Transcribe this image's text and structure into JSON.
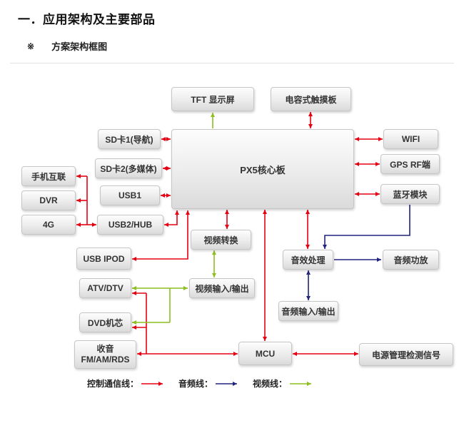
{
  "page": {
    "title": "一．应用架构及主要部品",
    "subtitle_marker": "※",
    "subtitle": "方案架构框图"
  },
  "nodes": {
    "tft": {
      "label": "TFT 显示屏"
    },
    "touch": {
      "label": "电容式触摸板"
    },
    "px5": {
      "label": "PX5核心板"
    },
    "sd1": {
      "label": "SD卡1(导航)"
    },
    "sd2": {
      "label": "SD卡2(多媒体)"
    },
    "usb1": {
      "label": "USB1"
    },
    "usb2": {
      "label": "USB2/HUB"
    },
    "phone": {
      "label": "手机互联"
    },
    "dvr": {
      "label": "DVR"
    },
    "g4": {
      "label": "4G"
    },
    "wifi": {
      "label": "WIFI"
    },
    "gps": {
      "label": "GPS RF端"
    },
    "bt": {
      "label": "蓝牙模块"
    },
    "vconv": {
      "label": "视频转换"
    },
    "usbipod": {
      "label": "USB IPOD"
    },
    "atv": {
      "label": "ATV/DTV"
    },
    "vio": {
      "label": "视频输入/输出"
    },
    "dvd": {
      "label": "DVD机芯"
    },
    "radio": {
      "line1": "收音",
      "line2": "FM/AM/RDS"
    },
    "sfx": {
      "label": "音效处理"
    },
    "amp": {
      "label": "音频功放"
    },
    "aio": {
      "label": "音频输入/输出"
    },
    "mcu": {
      "label": "MCU"
    },
    "pwr": {
      "label": "电源管理检测信号"
    }
  },
  "legend": {
    "items": [
      {
        "label": "控制通信线：",
        "color": "#e60012"
      },
      {
        "label": "音频线：",
        "color": "#22227f"
      },
      {
        "label": "视频线：",
        "color": "#8cbf1f"
      }
    ]
  },
  "colors": {
    "control_line": "#e60012",
    "audio_line": "#22227f",
    "video_line": "#8cbf1f",
    "box_border": "#c6c6c6",
    "box_fill": "#ececec"
  }
}
